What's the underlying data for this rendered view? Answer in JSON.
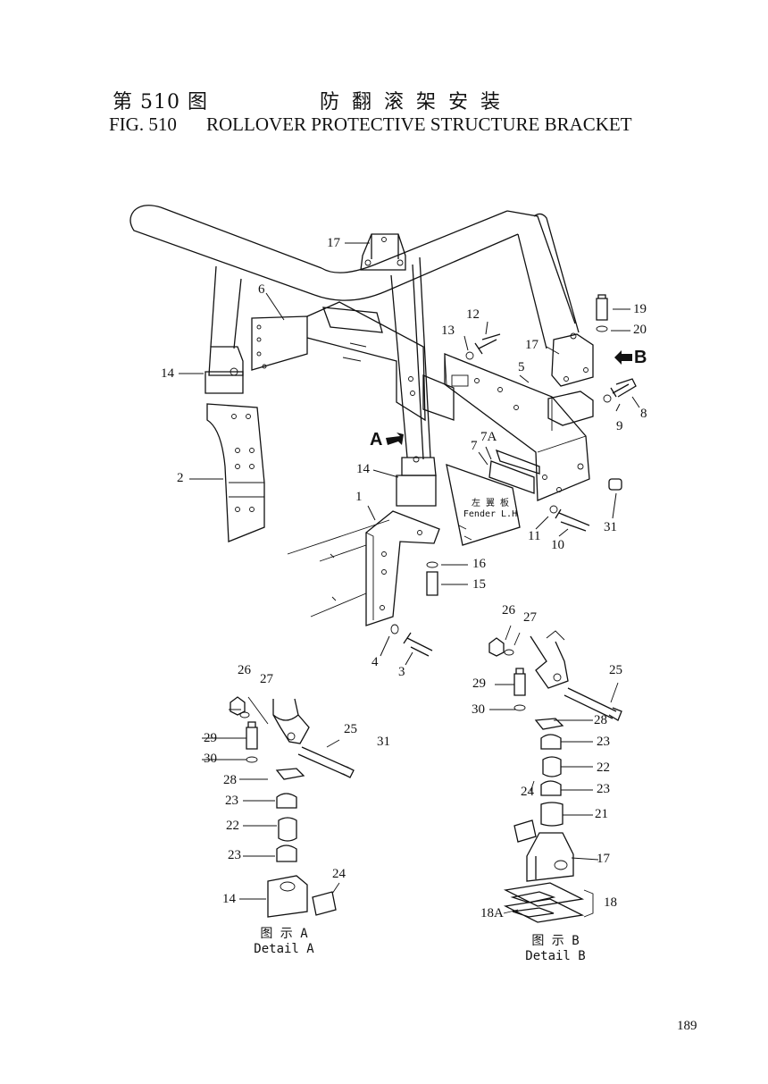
{
  "header": {
    "fig_cn": "第 510 图",
    "title_cn": "防翻滚架安装",
    "fig_en": "FIG. 510",
    "title_en": "ROLLOVER PROTECTIVE STRUCTURE BRACKET"
  },
  "labels": {
    "p1": "1",
    "p2": "2",
    "p3": "3",
    "p4": "4",
    "p5": "5",
    "p6": "6",
    "p7": "7",
    "p7a": "7A",
    "p8": "8",
    "p9": "9",
    "p10": "10",
    "p11": "11",
    "p12": "12",
    "p13": "13",
    "p14a": "14",
    "p14b": "14",
    "p15": "15",
    "p16": "16",
    "p17a": "17",
    "p17b": "17",
    "p19": "19",
    "p20": "20",
    "p31a": "31",
    "arrowA": "A",
    "arrowB": "B",
    "dA_26": "26",
    "dA_27": "27",
    "dA_25": "25",
    "dA_31": "31",
    "dA_29": "29",
    "dA_30": "30",
    "dA_28": "28",
    "dA_23a": "23",
    "dA_22": "22",
    "dA_23b": "23",
    "dA_24": "24",
    "dA_14": "14",
    "dB_26": "26",
    "dB_27": "27",
    "dB_25": "25",
    "dB_29": "29",
    "dB_30": "30",
    "dB_28": "28",
    "dB_23a": "23",
    "dB_22": "22",
    "dB_23b": "23",
    "dB_24": "24",
    "dB_21": "21",
    "dB_17": "17",
    "dB_18": "18",
    "dB_18a": "18A"
  },
  "fender": {
    "cn": "左 翼 板",
    "en": "Fender L.H"
  },
  "detail_a": {
    "cn": "图 示 A",
    "en": "Detail A"
  },
  "detail_b": {
    "cn": "图 示 B",
    "en": "Detail B"
  },
  "page_number": "189"
}
